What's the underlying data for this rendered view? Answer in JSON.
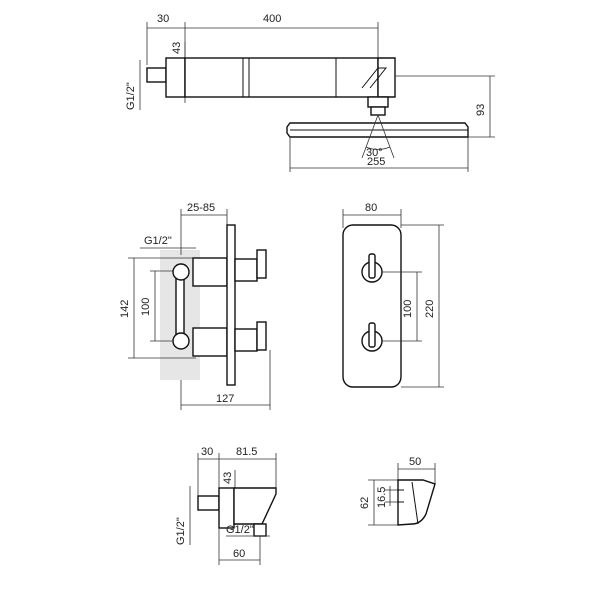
{
  "shower_arm_view": {
    "dims": {
      "flange_depth": "30",
      "arm_length": "400",
      "arm_height": "43",
      "inlet_thread": "G1/2\"",
      "head_drop": "93",
      "spray_angle": "30°",
      "head_width": "255"
    }
  },
  "mixer_side_view": {
    "dims": {
      "wall_depth_range": "25-85",
      "inlet_thread": "G1/2\"",
      "outer_height": "142",
      "outlet_spacing": "100",
      "total_depth": "127"
    }
  },
  "mixer_front_view": {
    "dims": {
      "plate_width": "80",
      "handle_spacing": "100",
      "plate_height": "220"
    }
  },
  "wall_outlet_view": {
    "dims": {
      "flange_depth": "30",
      "body_length": "81.5",
      "body_height": "43",
      "outlet_thread": "G1/2\"",
      "inlet_thread": "G1/2\"",
      "outlet_offset": "60"
    }
  },
  "holder_view": {
    "dims": {
      "width": "50",
      "height": "62",
      "screw_spacing": "16.5"
    }
  }
}
